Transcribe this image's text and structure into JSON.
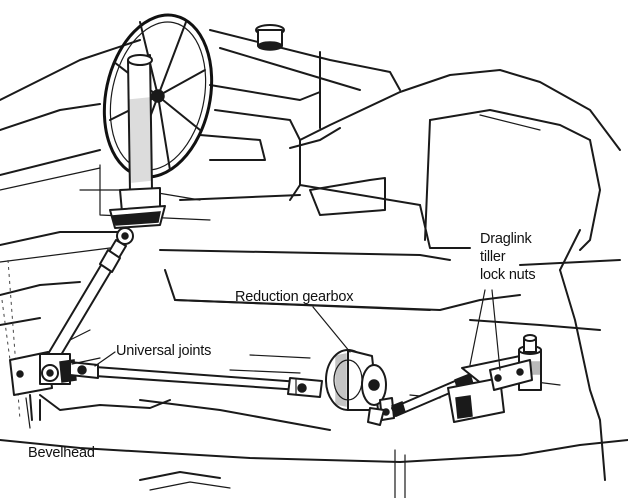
{
  "labels": {
    "reduction_gearbox": "Reduction gearbox",
    "universal_joints": "Universal joints",
    "bevelhead": "Bevelhead",
    "draglink_line1": "Draglink",
    "draglink_line2": "tiller",
    "draglink_line3": "lock nuts"
  },
  "colors": {
    "ink": "#1a1a1a",
    "paper": "#ffffff"
  }
}
